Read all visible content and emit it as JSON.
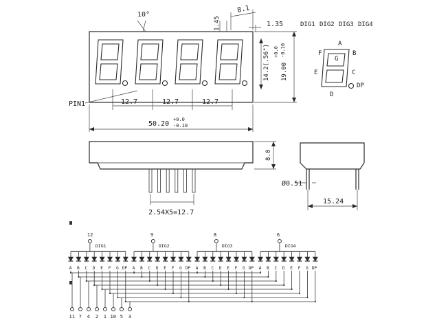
{
  "front_view": {
    "angle_label": "10°",
    "dim_1_45": "1.45",
    "dim_8_1": "8.1",
    "dim_1_35": "1.35",
    "dim_digit_height": "14.2(.56\")",
    "dim_height": "19.00",
    "dim_height_tol_plus": "+0.0",
    "dim_height_tol_minus": "-0.10",
    "pitch_label": "12.7",
    "dim_width": "50.20",
    "dim_width_tol_plus": "+0.0",
    "dim_width_tol_minus": "-0.10",
    "pin1_label": "PIN1"
  },
  "segment_legend": {
    "digit_labels": [
      "DIG1",
      "DIG2",
      "DIG3",
      "DIG4"
    ],
    "segment_letters": {
      "a": "A",
      "b": "B",
      "c": "C",
      "d": "D",
      "e": "E",
      "f": "F",
      "g": "G",
      "dp": "DP"
    }
  },
  "bottom_view": {
    "depth_label": "8.0",
    "pin_pitch_label": "2.54X5=12.7"
  },
  "side_view": {
    "pin_diameter_label": "Ø0.51",
    "width_label": "15.24"
  },
  "schematic": {
    "digits": [
      {
        "label": "DIG1",
        "common_pin": "12"
      },
      {
        "label": "DIG2",
        "common_pin": "9"
      },
      {
        "label": "DIG3",
        "common_pin": "8"
      },
      {
        "label": "DIG4",
        "common_pin": "6"
      }
    ],
    "segment_order": [
      "A",
      "B",
      "C",
      "D",
      "E",
      "F",
      "G",
      "DP"
    ],
    "segment_pins": [
      "11",
      "7",
      "4",
      "2",
      "1",
      "10",
      "5",
      "3"
    ]
  }
}
